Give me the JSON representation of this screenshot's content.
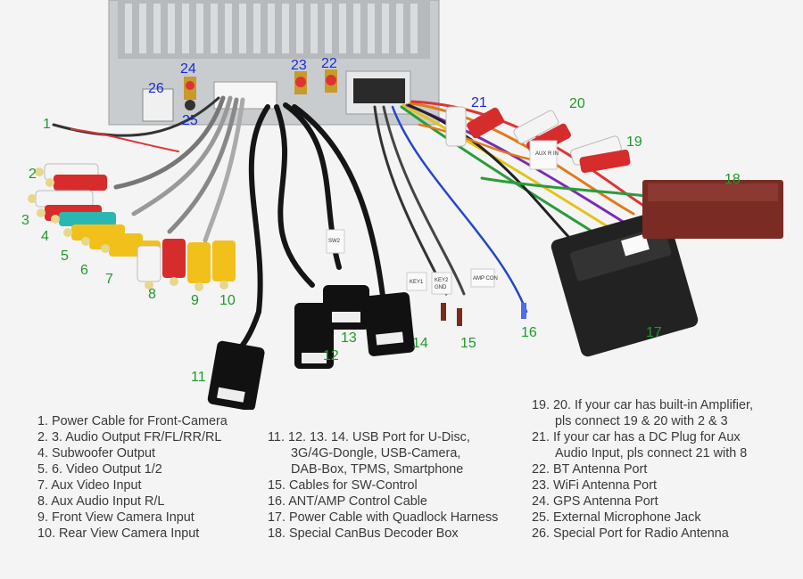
{
  "labels": {
    "l1": "1",
    "l2": "2",
    "l3": "3",
    "l4": "4",
    "l5": "5",
    "l6": "6",
    "l7": "7",
    "l8": "8",
    "l9": "9",
    "l10": "10",
    "l11": "11",
    "l12": "12",
    "l13": "13",
    "l14": "14",
    "l15": "15",
    "l16": "16",
    "l17": "17",
    "l18": "18",
    "l19": "19",
    "l20": "20",
    "l21": "21",
    "l22": "22",
    "l23": "23",
    "l24": "24",
    "l25": "25",
    "l26": "26"
  },
  "tags": {
    "aux_r_in": "AUX R IN",
    "key1": "KEY1",
    "key2": "KEY2",
    "gnd": "GND",
    "amp_con": "AMP CON",
    "sw": "SW2"
  },
  "legend": {
    "col1": [
      "1. Power Cable for Front-Camera",
      "2. 3. Audio Output FR/FL/RR/RL",
      "4. Subwoofer Output",
      "5. 6. Video Output 1/2",
      "7. Aux Video Input",
      "8. Aux Audio Input R/L",
      "9. Front View Camera Input",
      "10. Rear View Camera Input"
    ],
    "col2": [
      "11. 12. 13. 14. USB Port for U-Disc,",
      "3G/4G-Dongle, USB-Camera,",
      "DAB-Box, TPMS, Smartphone",
      "15. Cables for SW-Control",
      "16. ANT/AMP Control Cable",
      "17. Power Cable with Quadlock Harness",
      "18. Special CanBus Decoder Box"
    ],
    "col3": [
      "19. 20. If your car has built-in Amplifier,",
      "pls connect 19 & 20 with 2 & 3",
      "21. If your car has a DC Plug for Aux",
      "Audio Input, pls connect 21 with 8",
      "22. BT Antenna Port",
      "23. WiFi Antenna Port",
      "24. GPS Antenna Port",
      "25. External Microphone Jack",
      "26. Special Port for Radio Antenna"
    ]
  },
  "colors": {
    "label_green": "#1f9a2c",
    "label_blue": "#1a2ad6",
    "rca_red": "#d62c2c",
    "rca_white": "#f4f4f4",
    "rca_yellow": "#f2c01a",
    "rca_teal": "#2bb7b1",
    "decoder_box": "#7a2b24"
  }
}
